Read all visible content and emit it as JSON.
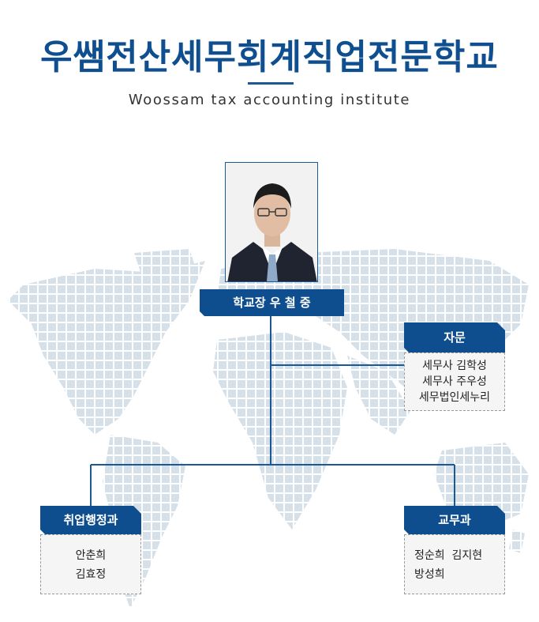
{
  "header": {
    "title": "우쌤전산세무회계직업전문학교",
    "subtitle": "Woossam tax accounting institute"
  },
  "principal": {
    "label": "학교장 우 철 중"
  },
  "advisory": {
    "title": "자문",
    "members": [
      "세무사 김학성",
      "세무사 주우성",
      "세무법인세누리"
    ]
  },
  "departments": [
    {
      "title": "취업행정과",
      "members": [
        "안춘희",
        "김효정"
      ]
    },
    {
      "title": "교무과",
      "members": [
        "정순희  김지현",
        "방성희"
      ]
    }
  ],
  "colors": {
    "brand": "#0e4e8e",
    "title": "#0f4f8f",
    "map": "#d9e3eb"
  }
}
